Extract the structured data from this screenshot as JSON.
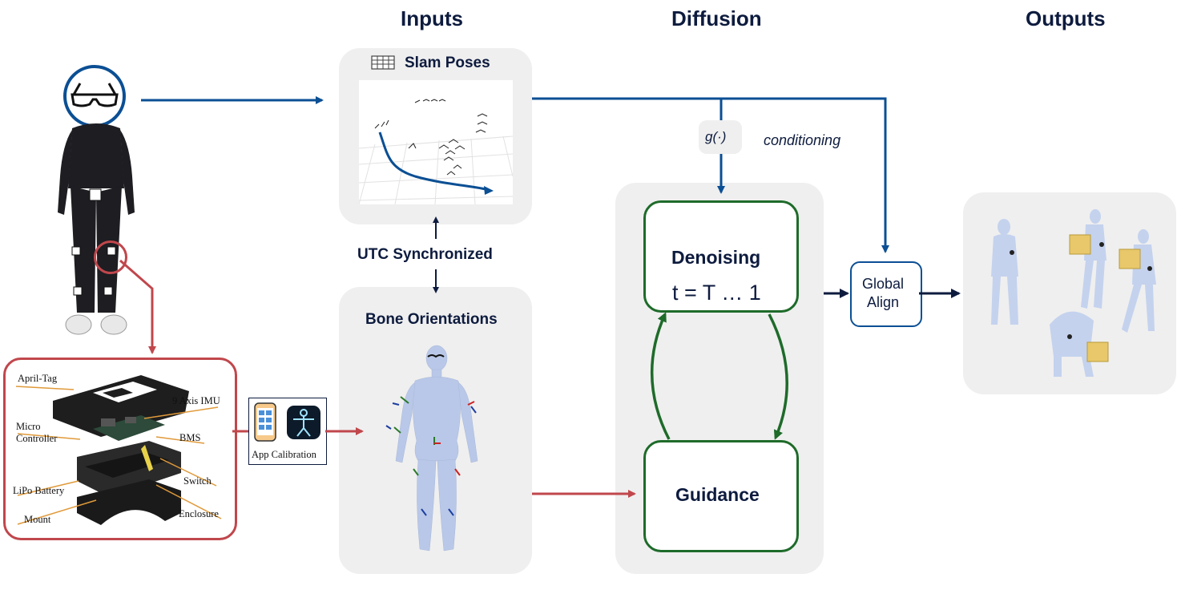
{
  "headings": {
    "inputs": "Inputs",
    "diffusion": "Diffusion",
    "outputs": "Outputs"
  },
  "inputs": {
    "slam_title": "Slam Poses",
    "utc_label": "UTC Synchronized",
    "bone_title": "Bone Orientations"
  },
  "calibration": {
    "label": "App Calibration"
  },
  "device_parts": {
    "april_tag": "April-Tag",
    "imu": "9 Axis IMU",
    "micro1": "Micro",
    "micro2": "Controller",
    "bms": "BMS",
    "switch": "Switch",
    "lipo": "LiPo Battery",
    "enclosure": "Enclosure",
    "mount": "Mount"
  },
  "diffusion": {
    "g_label": "g(·)",
    "conditioning": "conditioning",
    "denoising_title": "Denoising",
    "denoising_steps": "t = T … 1",
    "guidance": "Guidance"
  },
  "align": {
    "line1": "Global",
    "line2": "Align"
  },
  "colors": {
    "blue": "#0b4f94",
    "red": "#c0474c",
    "green": "#1e6b2a",
    "navy": "#0d1b3e",
    "panel": "#efefef"
  }
}
